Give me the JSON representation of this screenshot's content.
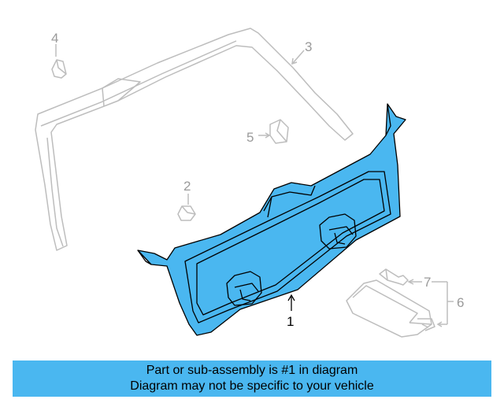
{
  "callouts": {
    "c1": "1",
    "c2": "2",
    "c3": "3",
    "c4": "4",
    "c5": "5",
    "c6": "6",
    "c7": "7"
  },
  "banner": {
    "line1": "Part or sub-assembly is #1 in diagram",
    "line2": "Diagram may not be specific to your vehicle"
  },
  "colors": {
    "highlight": "#4ab7f0",
    "outline": "#bdbdbd",
    "ink": "#000000"
  }
}
